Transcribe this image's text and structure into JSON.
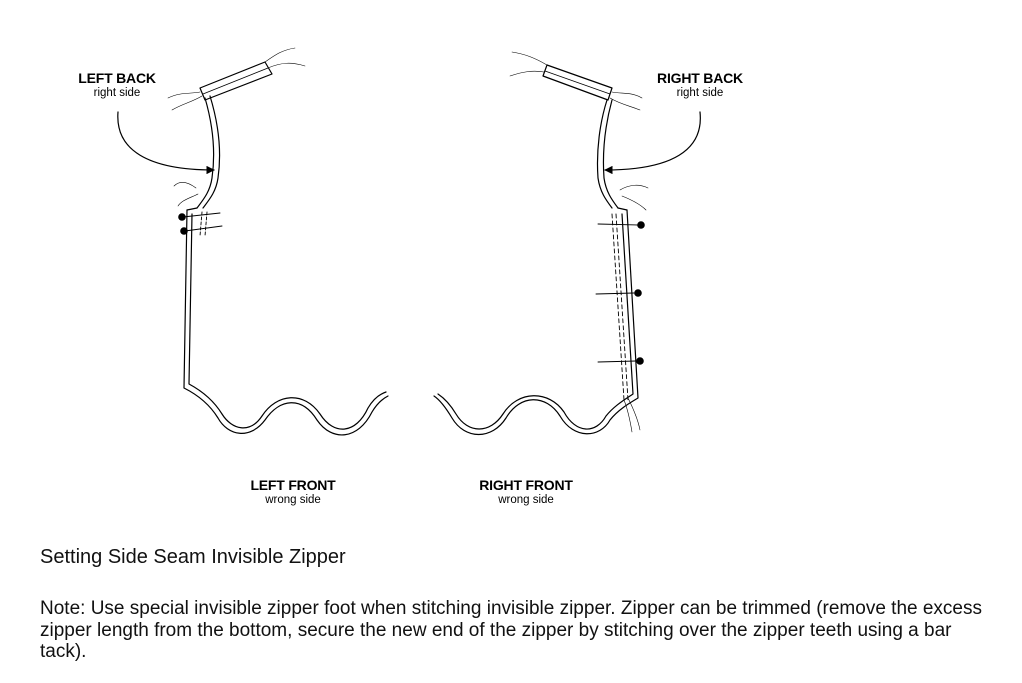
{
  "labels": {
    "left_back": {
      "title": "LEFT BACK",
      "side": "right side"
    },
    "right_back": {
      "title": "RIGHT BACK",
      "side": "right side"
    },
    "left_front": {
      "title": "LEFT FRONT",
      "side": "wrong side"
    },
    "right_front": {
      "title": "RIGHT FRONT",
      "side": "wrong side"
    }
  },
  "caption": "Setting Side Seam Invisible Zipper",
  "note": "Note: Use special invisible zipper foot when stitching invisible zipper. Zipper can be trimmed (remove the excess zipper length from the bottom, secure the new end of the zipper by stitching over the zipper teeth using a bar tack).",
  "colors": {
    "line": "#000000",
    "text": "#111111",
    "background": "#ffffff"
  }
}
